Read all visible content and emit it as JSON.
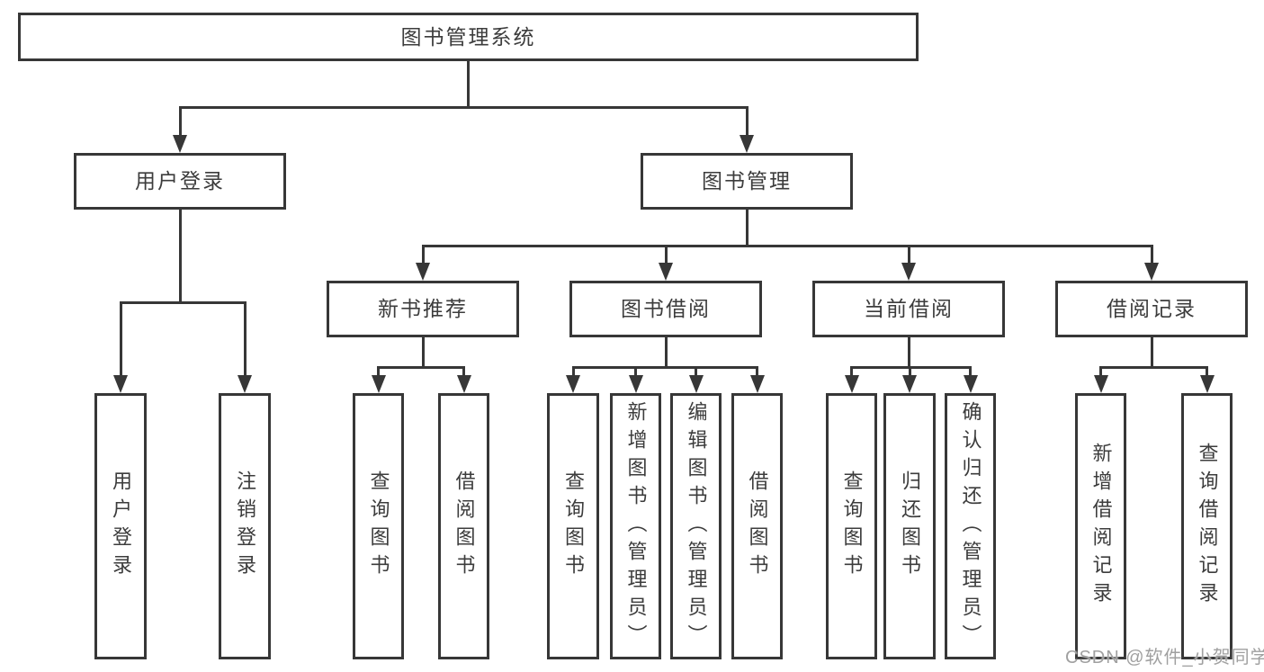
{
  "diagram": {
    "type": "hierarchy-tree",
    "colors": {
      "line": "#373737",
      "border": "#373737",
      "text": "#3c3c3c",
      "background": "#ffffff",
      "watermark": "#a0a0a0"
    },
    "tree": {
      "id": "root",
      "label": "图书管理系统",
      "children": [
        {
          "id": "user-login",
          "label": "用户登录",
          "children": [
            {
              "id": "leaf-user-login",
              "label": "用户登录"
            },
            {
              "id": "leaf-logout",
              "label": "注销登录"
            }
          ]
        },
        {
          "id": "book-mgmt",
          "label": "图书管理",
          "children": [
            {
              "id": "new-book-rec",
              "label": "新书推荐",
              "children": [
                {
                  "id": "nbr-query",
                  "label": "查询图书"
                },
                {
                  "id": "nbr-borrow",
                  "label": "借阅图书"
                }
              ]
            },
            {
              "id": "book-borrow",
              "label": "图书借阅",
              "children": [
                {
                  "id": "bb-query",
                  "label": "查询图书"
                },
                {
                  "id": "bb-add",
                  "label": "新增图书（管理员）"
                },
                {
                  "id": "bb-edit",
                  "label": "编辑图书（管理员）"
                },
                {
                  "id": "bb-borrow",
                  "label": "借阅图书"
                }
              ]
            },
            {
              "id": "current-borrow",
              "label": "当前借阅",
              "children": [
                {
                  "id": "cb-query",
                  "label": "查询图书"
                },
                {
                  "id": "cb-return",
                  "label": "归还图书"
                },
                {
                  "id": "cb-confirm",
                  "label": "确认归还（管理员）"
                }
              ]
            },
            {
              "id": "borrow-records",
              "label": "借阅记录",
              "children": [
                {
                  "id": "br-add",
                  "label": "新增借阅记录"
                },
                {
                  "id": "br-query",
                  "label": "查询借阅记录"
                }
              ]
            }
          ]
        }
      ]
    },
    "watermark": "CSDN @软件_小贺同学"
  }
}
